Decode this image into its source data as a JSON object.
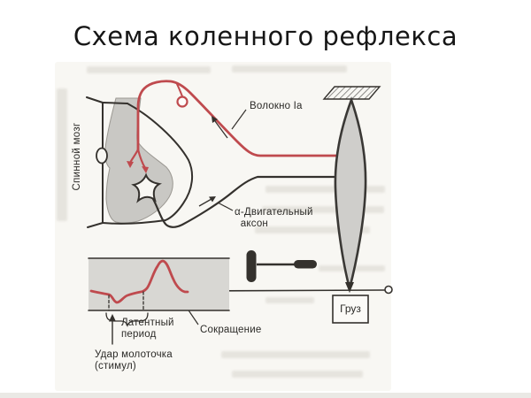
{
  "slide": {
    "title": "Схема коленного рефлекса"
  },
  "diagram": {
    "spinal_cord_label": "Спинной мозг",
    "fiber_ia_label": "Волокно Ia",
    "motor_axon_label": "α-Двигательный\n  аксон",
    "load_label": "Груз",
    "graph": {
      "latent_period_label": "Латентный\nпериод",
      "contraction_label": "Сокращение",
      "stimulus_label": "Удар молоточка\n(стимул)"
    },
    "colors": {
      "red": "#bf4a4e",
      "ink": "#34312d",
      "gray_matter": "#c9c8c4",
      "muscle_fill": "#cfcecb",
      "band_fill": "#d8d7d3"
    }
  }
}
